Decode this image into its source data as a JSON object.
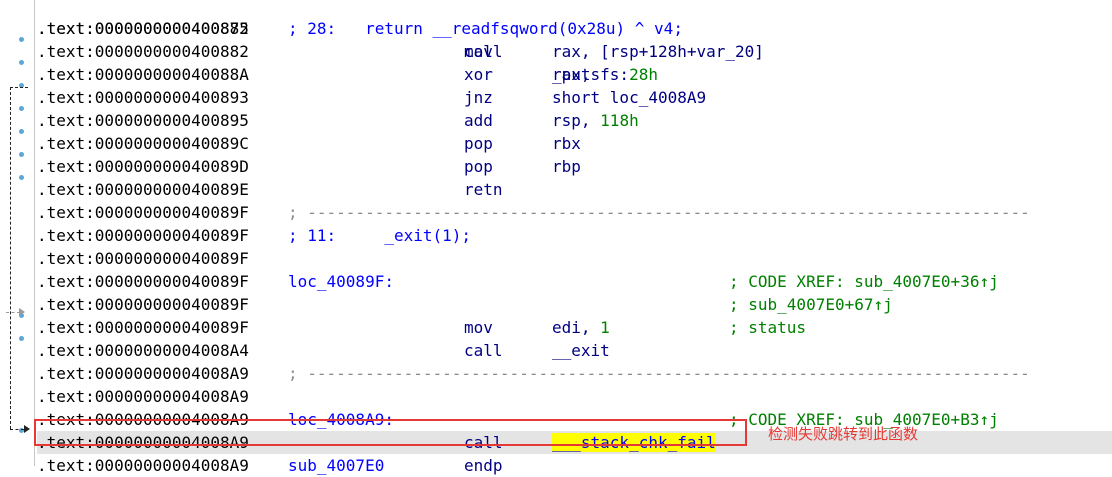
{
  "top_partial": {
    "addr": ".text:0000000000400875",
    "mn": "call",
    "op": "_puts"
  },
  "lines": [
    {
      "addr": ".text:0000000000400882",
      "kind": "src",
      "text": "; 28:   return __readfsqword(0x28u) ^ v4;"
    },
    {
      "addr": ".text:0000000000400882",
      "kind": "ins",
      "mn": "mov",
      "op": "rax, [rsp+128h+var_20]"
    },
    {
      "addr": ".text:000000000040088A",
      "kind": "ins",
      "mn": "xor",
      "op_parts": [
        "rax, fs:",
        "28h"
      ]
    },
    {
      "addr": ".text:0000000000400893",
      "kind": "ins",
      "mn": "jnz",
      "op": "short loc_4008A9"
    },
    {
      "addr": ".text:0000000000400895",
      "kind": "ins",
      "mn": "add",
      "op_parts": [
        "rsp, ",
        "118h"
      ]
    },
    {
      "addr": ".text:000000000040089C",
      "kind": "ins",
      "mn": "pop",
      "op": "rbx"
    },
    {
      "addr": ".text:000000000040089D",
      "kind": "ins",
      "mn": "pop",
      "op": "rbp"
    },
    {
      "addr": ".text:000000000040089E",
      "kind": "ins",
      "mn": "retn"
    },
    {
      "addr": ".text:000000000040089F",
      "kind": "sep",
      "text": "; ---------------------------------------------------------------------------"
    },
    {
      "addr": ".text:000000000040089F",
      "kind": "src",
      "text": "; 11:     _exit(1);"
    },
    {
      "addr": ".text:000000000040089F",
      "kind": "blank"
    },
    {
      "addr": ".text:000000000040089F",
      "kind": "label",
      "label": "loc_40089F:",
      "comment": "; CODE XREF: sub_4007E0+36↑j"
    },
    {
      "addr": ".text:000000000040089F",
      "kind": "comment",
      "comment": "; sub_4007E0+67↑j"
    },
    {
      "addr": ".text:000000000040089F",
      "kind": "ins",
      "mn": "mov",
      "op_parts": [
        "edi, ",
        "1"
      ],
      "comment": "; status"
    },
    {
      "addr": ".text:00000000004008A4",
      "kind": "ins",
      "mn": "call",
      "op": "__exit"
    },
    {
      "addr": ".text:00000000004008A9",
      "kind": "sep",
      "text": "; ---------------------------------------------------------------------------"
    },
    {
      "addr": ".text:00000000004008A9",
      "kind": "blank"
    },
    {
      "addr": ".text:00000000004008A9",
      "kind": "label",
      "label": "loc_4008A9:",
      "comment": "; CODE XREF: sub_4007E0+B3↑j"
    },
    {
      "addr": ".text:00000000004008A9",
      "kind": "ins",
      "mn": "call",
      "op": "___stack_chk_fail",
      "highlight": true
    },
    {
      "addr": ".text:00000000004008A9",
      "kind": "label",
      "label": "sub_4007E0",
      "mn": "endp"
    }
  ],
  "annotation": "检测失败跳转到此函数",
  "colors": {
    "address": "#000000",
    "mnemonic": "#000080",
    "label": "#0000ff",
    "number": "#008000",
    "comment": "#008000",
    "annotation": "#e53935",
    "highlight": "#ffff00"
  },
  "gutter_icons": [
    "breakpoint-dot",
    "flow-arrow"
  ]
}
